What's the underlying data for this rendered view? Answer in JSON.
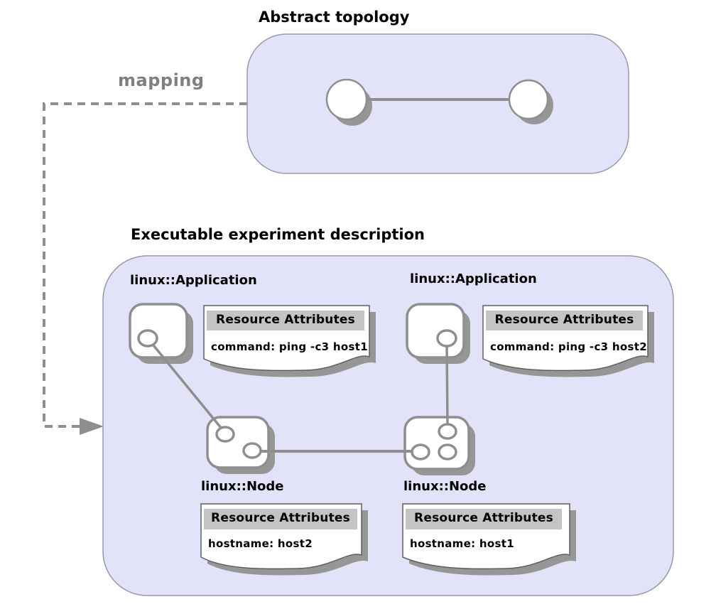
{
  "abstract_topology": {
    "title": "Abstract topology",
    "node_count": 2,
    "link_count": 1
  },
  "mapping": {
    "label": "mapping"
  },
  "executable": {
    "title": "Executable experiment description",
    "applications": [
      {
        "label": "linux::Application",
        "note": {
          "header": "Resource Attributes",
          "body": "command: ping -c3 host1"
        }
      },
      {
        "label": "linux::Application",
        "note": {
          "header": "Resource Attributes",
          "body": "command: ping -c3 host2"
        }
      }
    ],
    "nodes": [
      {
        "label": "linux::Node",
        "note": {
          "header": "Resource Attributes",
          "body": "hostname: host2"
        }
      },
      {
        "label": "linux::Node",
        "note": {
          "header": "Resource Attributes",
          "body": "hostname: host1"
        }
      }
    ]
  },
  "icons": {
    "topology_node": "circle-node-icon",
    "application": "rounded-square-app-icon",
    "experiment_node": "rounded-square-ports-icon",
    "mapping_arrow": "arrowhead-right-icon"
  },
  "colors": {
    "region_fill": "#e2e2f8",
    "region_border": "#9898aa",
    "shape_stroke": "#8e8e8e",
    "shadow": "#969696",
    "note_header_fill": "#c4c4c4",
    "note_border": "#5f5f5f",
    "mapping_text": "#7f7f7f",
    "title_text": "#000000"
  }
}
